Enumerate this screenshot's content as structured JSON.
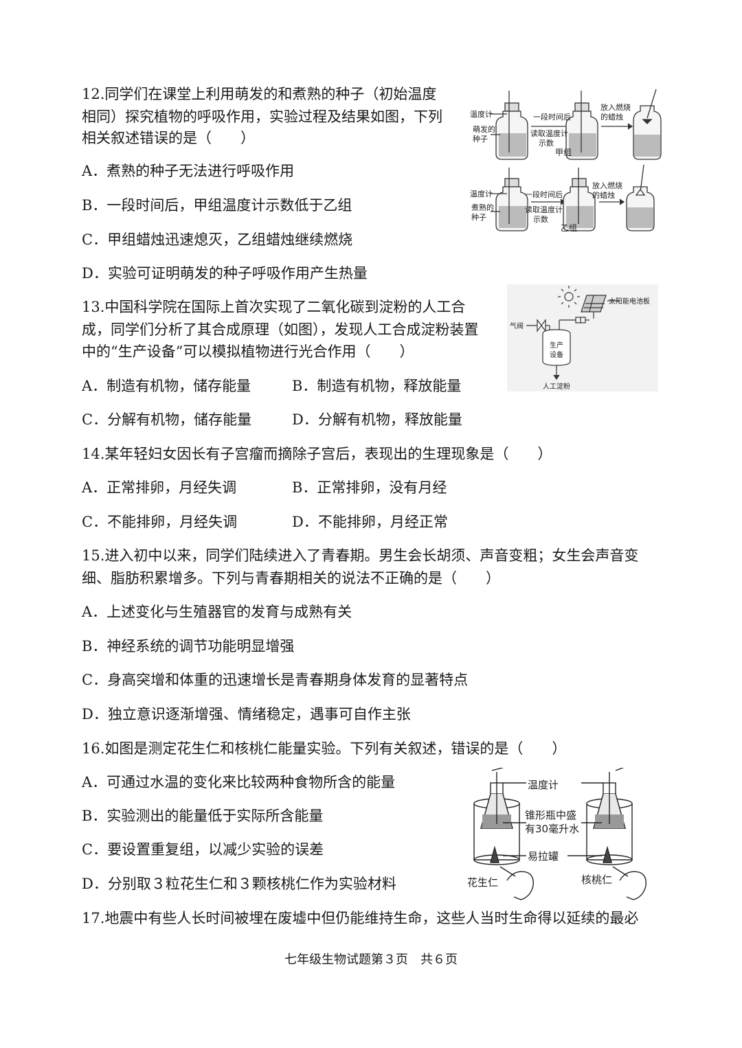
{
  "q12": {
    "stem": [
      "12.同学们在课堂上利用萌发的和煮熟的种子（初始温度",
      "相同）探究植物的呼吸作用，实验过程及结果如图，下列",
      "相关叙述错误的是（　　）"
    ],
    "options": [
      "A．煮熟的种子无法进行呼吸作用",
      "B．一段时间后，甲组温度计示数低于乙组",
      "C．甲组蜡烛迅速熄灭，乙组蜡烛继续燃烧",
      "D．实验可证明萌发的种子呼吸作用产生热量"
    ],
    "figure": {
      "thermometer": "温度计",
      "germinating_seeds": [
        "萌发的",
        "种子"
      ],
      "boiled_seeds": [
        "煮熟的",
        "种子"
      ],
      "after_time": "一段时间后",
      "read_thermo": [
        "读取温度计",
        "示数"
      ],
      "put_candle": [
        "放入燃烧",
        "的蜡烛"
      ],
      "group_a": "甲组",
      "group_b": "乙组"
    }
  },
  "q13": {
    "stem": [
      "13.中国科学院在国际上首次实现了二氧化碳到淀粉的人工合",
      "成，同学们分析了其合成原理（如图），发现人工合成淀粉装置",
      "中的“生产设备”可以模拟植物进行光合作用（　　）"
    ],
    "options": [
      "A．制造有机物，储存能量",
      "B．制造有机物，释放能量",
      "C．分解有机物，储存能量",
      "D．分解有机物，释放能量"
    ],
    "figure": {
      "solar_panel": "太阳能电池板",
      "valve": "气阀",
      "equipment": [
        "生产",
        "设备"
      ],
      "starch": "人工淀粉"
    }
  },
  "q14": {
    "stem": "14.某年轻妇女因长有子宫瘤而摘除子宫后，表现出的生理现象是（　　）",
    "options": [
      "A．正常排卵，月经失调",
      "B．正常排卵，没有月经",
      "C．不能排卵，月经失调",
      "D．不能排卵，月经正常"
    ]
  },
  "q15": {
    "stem": [
      "15.进入初中以来，同学们陆续进入了青春期。男生会长胡须、声音变粗；女生会声音变",
      "细、脂肪积累增多。下列与青春期相关的说法不正确的是（　　）"
    ],
    "options": [
      "A．上述变化与生殖器官的发育与成熟有关",
      "B．神经系统的调节功能明显增强",
      "C．身高突增和体重的迅速增长是青春期身体发育的显著特点",
      "D．独立意识逐渐增强、情绪稳定，遇事可自作主张"
    ]
  },
  "q16": {
    "stem": "16.如图是测定花生仁和核桃仁能量实验。下列有关叙述，错误的是（　　）",
    "options": [
      "A．可通过水温的变化来比较两种食物所含的能量",
      "B．实验测出的能量低于实际所含能量",
      "C．要设置重复组，以减少实验的误差",
      "D．分别取３粒花生仁和３颗核桃仁作为实验材料"
    ],
    "figure": {
      "thermometer": "温度计",
      "flask": [
        "锥形瓶中盛",
        "有30毫升水"
      ],
      "can": "易拉罐",
      "peanut": "花生仁",
      "walnut": "核桃仁"
    }
  },
  "q17": {
    "stem": "17.地震中有些人长时间被埋在废墟中但仍能维持生命，这些人当时生命得以延续的最必"
  },
  "footer": "七年级生物试题第３页　共６页"
}
